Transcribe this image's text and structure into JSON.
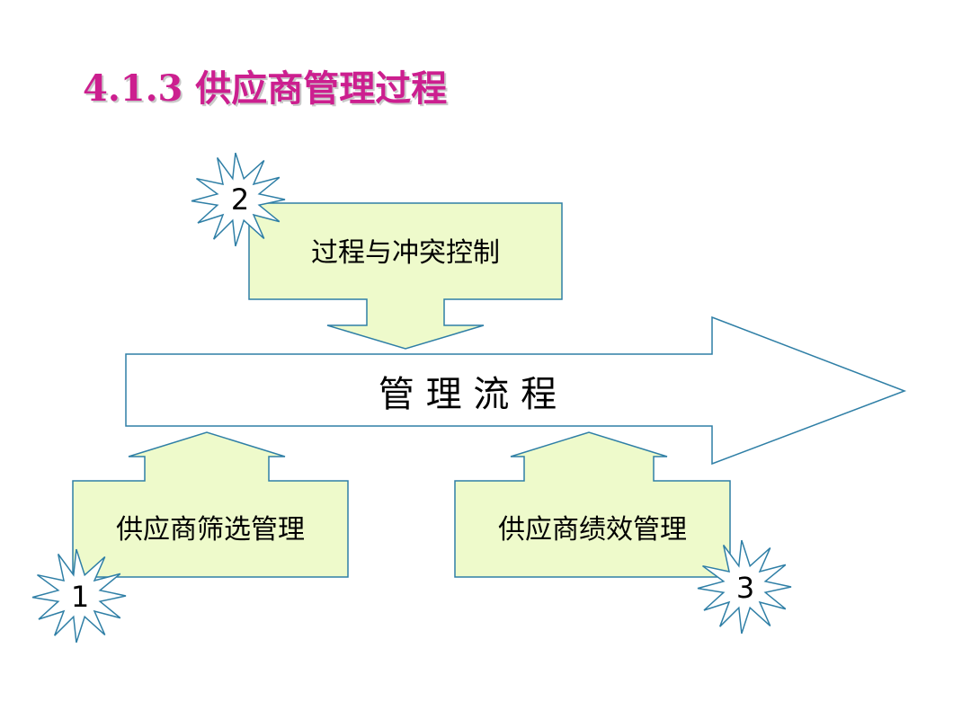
{
  "title": "4.1.3 供应商管理过程",
  "flow": {
    "main_label": "管 理 流 程",
    "top_box": "过程与冲突控制",
    "bottom_left_box": "供应商筛选管理",
    "bottom_right_box": "供应商绩效管理"
  },
  "badges": {
    "top": "2",
    "bottom_left": "1",
    "bottom_right": "3"
  },
  "colors": {
    "title": "#cc1f8f",
    "box_fill": "#eefacb",
    "stroke": "#2f7fa6"
  }
}
